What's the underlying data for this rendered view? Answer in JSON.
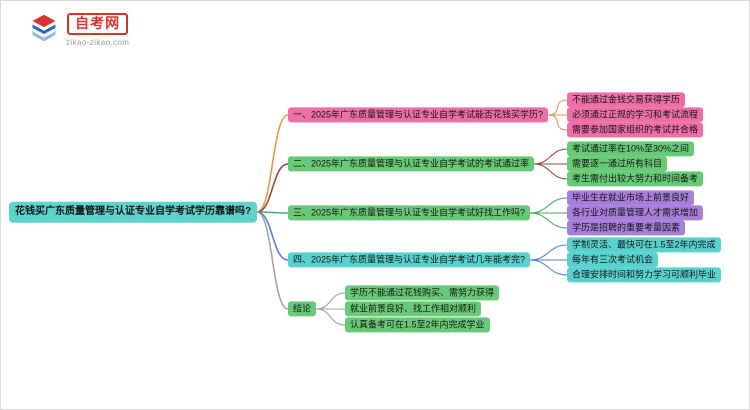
{
  "logo": {
    "site_name": "自考网",
    "domain": "zikao-zikao.com",
    "icon_colors": {
      "red": "#d9332e",
      "blue": "#2b67c4",
      "lightblue": "#8fb6e8"
    }
  },
  "mindmap": {
    "root": {
      "label": "花钱买广东质量管理与认证专业自学考试学历靠谱吗?",
      "bg": "#5ed3cd"
    },
    "branches": [
      {
        "label": "一、2025年广东质量管理与认证专业自学考试能否花钱买学历?",
        "line": "#e8923f",
        "bg": "#ee6fa8",
        "child_bg": "#ee6fa8",
        "children": [
          "不能通过金钱交易获得学历",
          "必须通过正规的学习和考试流程",
          "需要参加国家组织的考试并合格"
        ]
      },
      {
        "label": "二、2025年广东质量管理与认证专业自学考试的考试通过率",
        "line": "#8e4136",
        "bg": "#68ca77",
        "child_bg": "#68ca77",
        "children": [
          "考试通过率在10%至30%之间",
          "需要逐一通过所有科目",
          "考生需付出较大努力和时间备考"
        ]
      },
      {
        "label": "三、2025年广东质量管理与认证专业自学考试好找工作吗?",
        "line": "#3fa45c",
        "bg": "#68ca77",
        "child_bg": "#a77fdb",
        "children": [
          "毕业生在就业市场上前景良好",
          "各行业对质量管理人才需求增加",
          "学历是招聘的重要考量因素"
        ]
      },
      {
        "label": "四、2025年广东质量管理与认证专业自学考试几年能考完?",
        "line": "#4a7bd2",
        "bg": "#58d2cf",
        "child_bg": "#58d2cf",
        "children": [
          "学制灵活、最快可在1.5至2年内完成",
          "每年有三次考试机会",
          "合理安排时间和努力学习可顺利毕业"
        ]
      },
      {
        "label": "结论",
        "line": "#9aa0a6",
        "bg": "#68ca77",
        "child_bg": "#68ca77",
        "children": [
          "学历不能通过花钱购买、需努力获得",
          "就业前景良好、找工作相对顺利",
          "认真备考可在1.5至2年内完成学业"
        ]
      }
    ]
  }
}
